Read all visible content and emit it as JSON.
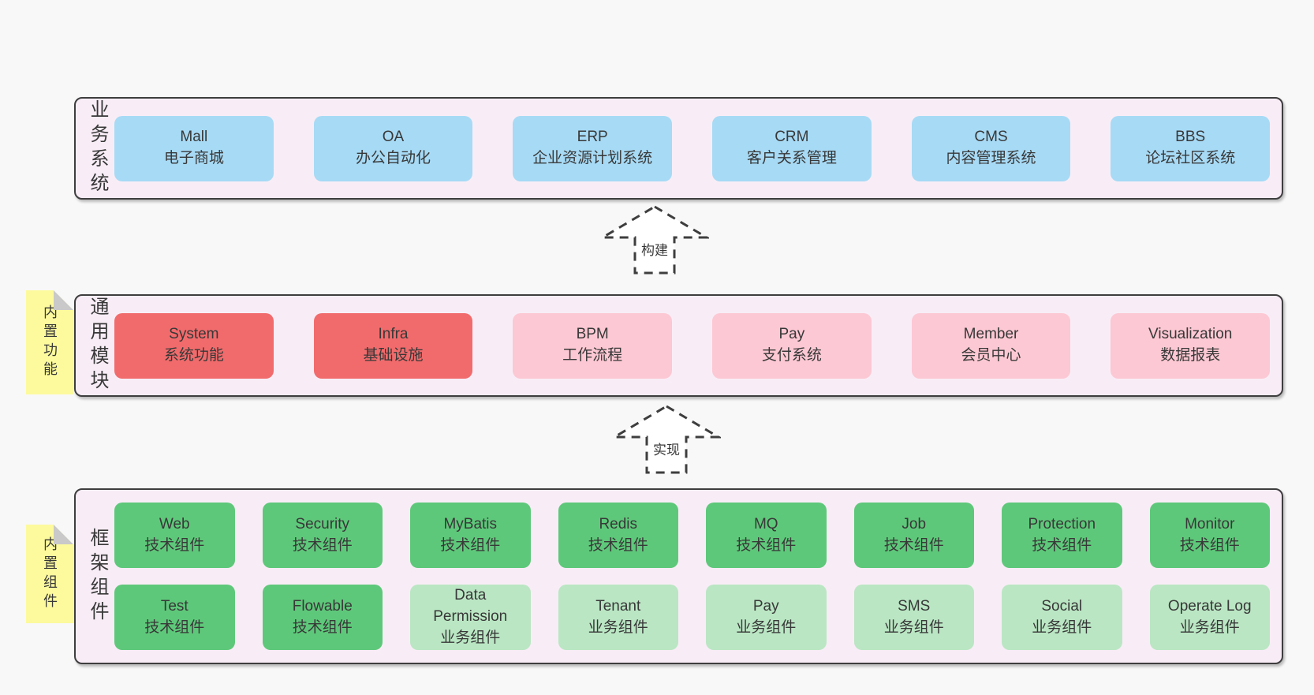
{
  "colors": {
    "page_bg": "#f8f8f8",
    "band_bg": "#f8edf6",
    "band_border": "#3e3e3e",
    "blue": "#a7daf5",
    "red": "#f16b6c",
    "pink": "#fcc8d3",
    "tech_green": "#5ec87a",
    "biz_green": "#bae6c3",
    "sticky_yellow": "#fcfa9d",
    "sticky_fold": "#c9c9c9",
    "text": "#383838",
    "arrow_stroke": "#3e3e3e"
  },
  "bands": [
    {
      "label": "业务系统",
      "rows": [
        [
          {
            "name": "Mall",
            "desc": "电子商城",
            "variant": "blue"
          },
          {
            "name": "OA",
            "desc": "办公自动化",
            "variant": "blue"
          },
          {
            "name": "ERP",
            "desc": "企业资源计划系统",
            "variant": "blue"
          },
          {
            "name": "CRM",
            "desc": "客户关系管理",
            "variant": "blue"
          },
          {
            "name": "CMS",
            "desc": "内容管理系统",
            "variant": "blue"
          },
          {
            "name": "BBS",
            "desc": "论坛社区系统",
            "variant": "blue"
          }
        ]
      ]
    },
    {
      "label": "通用模块",
      "sticky": "内置功能",
      "rows": [
        [
          {
            "name": "System",
            "desc": "系统功能",
            "variant": "red"
          },
          {
            "name": "Infra",
            "desc": "基础设施",
            "variant": "red"
          },
          {
            "name": "BPM",
            "desc": "工作流程",
            "variant": "pink"
          },
          {
            "name": "Pay",
            "desc": "支付系统",
            "variant": "pink"
          },
          {
            "name": "Member",
            "desc": "会员中心",
            "variant": "pink"
          },
          {
            "name": "Visualization",
            "desc": "数据报表",
            "variant": "pink"
          }
        ]
      ]
    },
    {
      "label": "框架组件",
      "sticky": "内置组件",
      "rows": [
        [
          {
            "name": "Web",
            "desc": "技术组件",
            "variant": "tech"
          },
          {
            "name": "Security",
            "desc": "技术组件",
            "variant": "tech"
          },
          {
            "name": "MyBatis",
            "desc": "技术组件",
            "variant": "tech"
          },
          {
            "name": "Redis",
            "desc": "技术组件",
            "variant": "tech"
          },
          {
            "name": "MQ",
            "desc": "技术组件",
            "variant": "tech"
          },
          {
            "name": "Job",
            "desc": "技术组件",
            "variant": "tech"
          },
          {
            "name": "Protection",
            "desc": "技术组件",
            "variant": "tech"
          },
          {
            "name": "Monitor",
            "desc": "技术组件",
            "variant": "tech"
          }
        ],
        [
          {
            "name": "Test",
            "desc": "技术组件",
            "variant": "tech"
          },
          {
            "name": "Flowable",
            "desc": "技术组件",
            "variant": "tech"
          },
          {
            "name": "Data Permission",
            "desc": "业务组件",
            "variant": "biz"
          },
          {
            "name": "Tenant",
            "desc": "业务组件",
            "variant": "biz"
          },
          {
            "name": "Pay",
            "desc": "业务组件",
            "variant": "biz"
          },
          {
            "name": "SMS",
            "desc": "业务组件",
            "variant": "biz"
          },
          {
            "name": "Social",
            "desc": "业务组件",
            "variant": "biz"
          },
          {
            "name": "Operate Log",
            "desc": "业务组件",
            "variant": "biz"
          }
        ]
      ]
    }
  ],
  "arrows": [
    {
      "label": "构建"
    },
    {
      "label": "实现"
    }
  ]
}
